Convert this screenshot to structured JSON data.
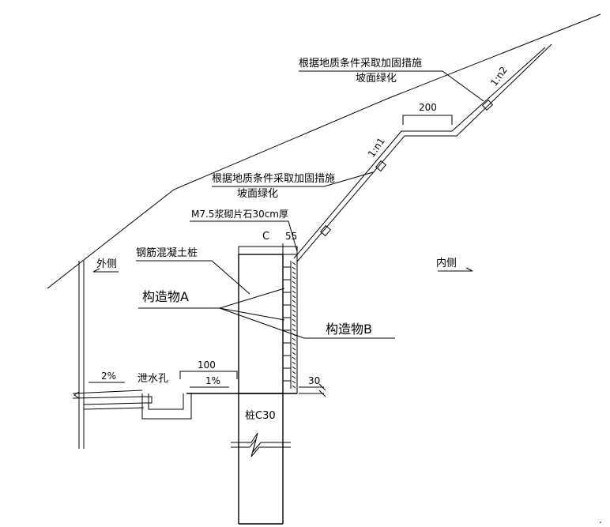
{
  "labels": {
    "reinforce_upper": "根据地质条件采取加固措施",
    "green_upper": "坡面绿化",
    "reinforce_lower": "根据地质条件采取加固措施",
    "green_lower": "坡面绿化",
    "masonry": "M7.5浆砌片石30cm厚",
    "pile_label": "钢筋混凝土桩",
    "outer_side": "外侧",
    "inner_side": "内侧",
    "struct_a": "构造物A",
    "struct_b": "构造物B",
    "drain_hole": "泄水孔",
    "pile_c30": "桩C30"
  },
  "dims": {
    "bench_width": "200",
    "slope_n1": "1:n1",
    "slope_n2": "1:n2",
    "pile_width": "C",
    "face_width": "55",
    "ditch_width": "100",
    "grade_2pct": "2%",
    "grade_1pct": "1%",
    "cap_offset": "30"
  }
}
